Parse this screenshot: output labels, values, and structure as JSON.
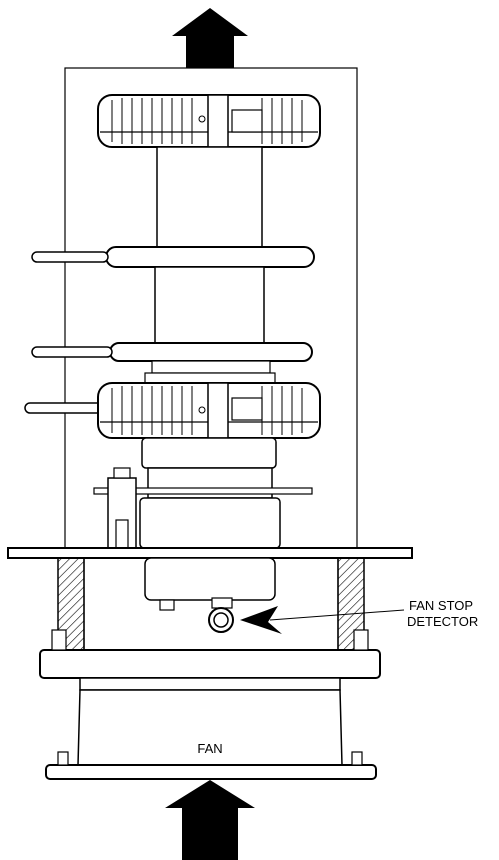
{
  "labels": {
    "fan_stop_detector_line1": "FAN STOP",
    "fan_stop_detector_line2": "DETECTOR",
    "fan": "FAN"
  },
  "colors": {
    "line": "#000000",
    "background": "#ffffff",
    "hatch": "#000000"
  },
  "icons": {
    "airflow_out": "arrow-up-icon",
    "airflow_in": "arrow-up-icon",
    "pointer": "arrow-left-icon"
  }
}
